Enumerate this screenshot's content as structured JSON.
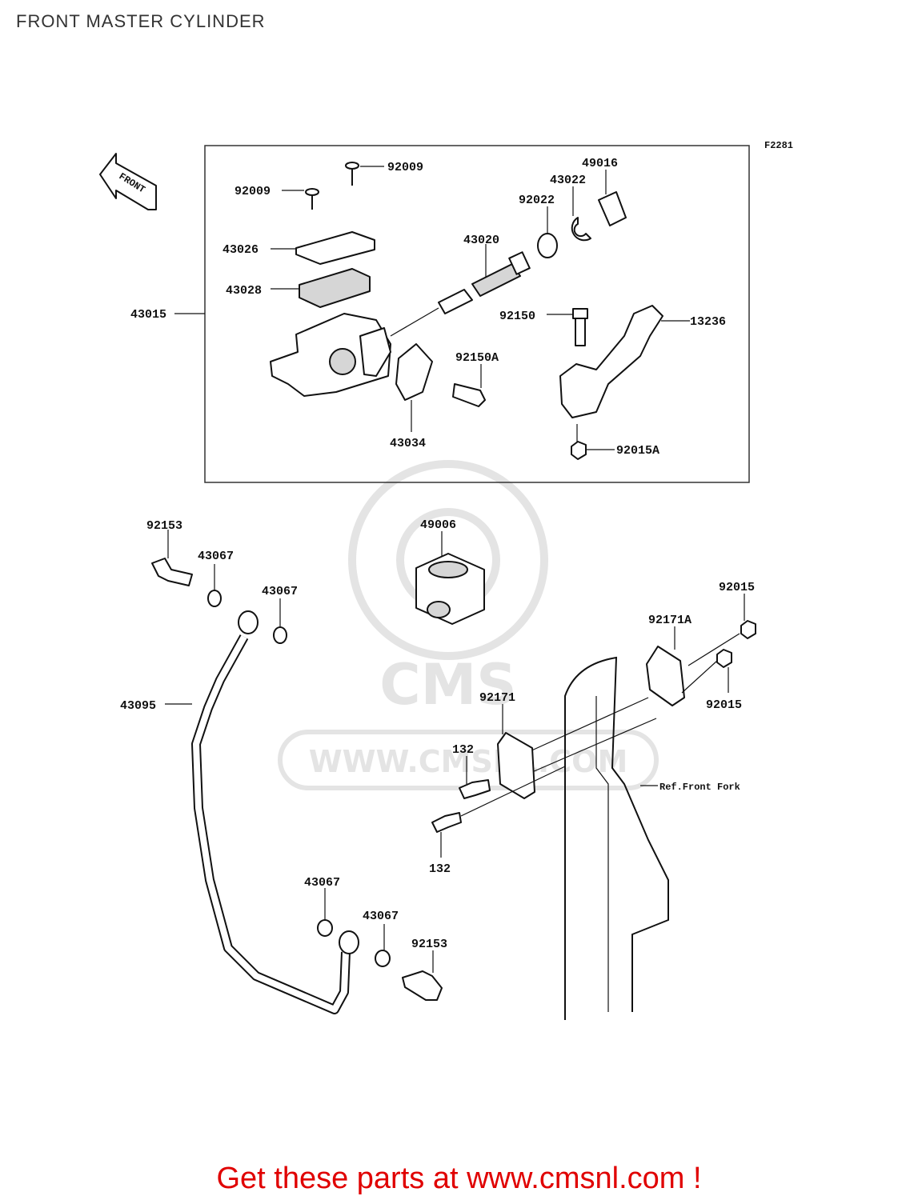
{
  "title": "FRONT MASTER CYLINDER",
  "figure_code": "F2281",
  "front_arrow_label": "FRONT",
  "watermark": {
    "logo": "CMS",
    "url": "WWW.CMSNL.COM"
  },
  "footer": "Get these parts at www.cmsnl.com !",
  "parts": {
    "p92009a": "92009",
    "p92009b": "92009",
    "p43026": "43026",
    "p43028": "43028",
    "p43015": "43015",
    "p43020": "43020",
    "p92022": "92022",
    "p43022": "43022",
    "p49016": "49016",
    "p92150": "92150",
    "p13236": "13236",
    "p92150a": "92150A",
    "p43034": "43034",
    "p92015a": "92015A",
    "p92153a": "92153",
    "p43067a": "43067",
    "p43067b": "43067",
    "p49006": "49006",
    "p43095": "43095",
    "p92015b": "92015",
    "p92171a": "92171A",
    "p92015c": "92015",
    "p92171": "92171",
    "p132a": "132",
    "p132b": "132",
    "ref_fork": "Ref.Front Fork",
    "p43067c": "43067",
    "p43067d": "43067",
    "p92153b": "92153"
  }
}
